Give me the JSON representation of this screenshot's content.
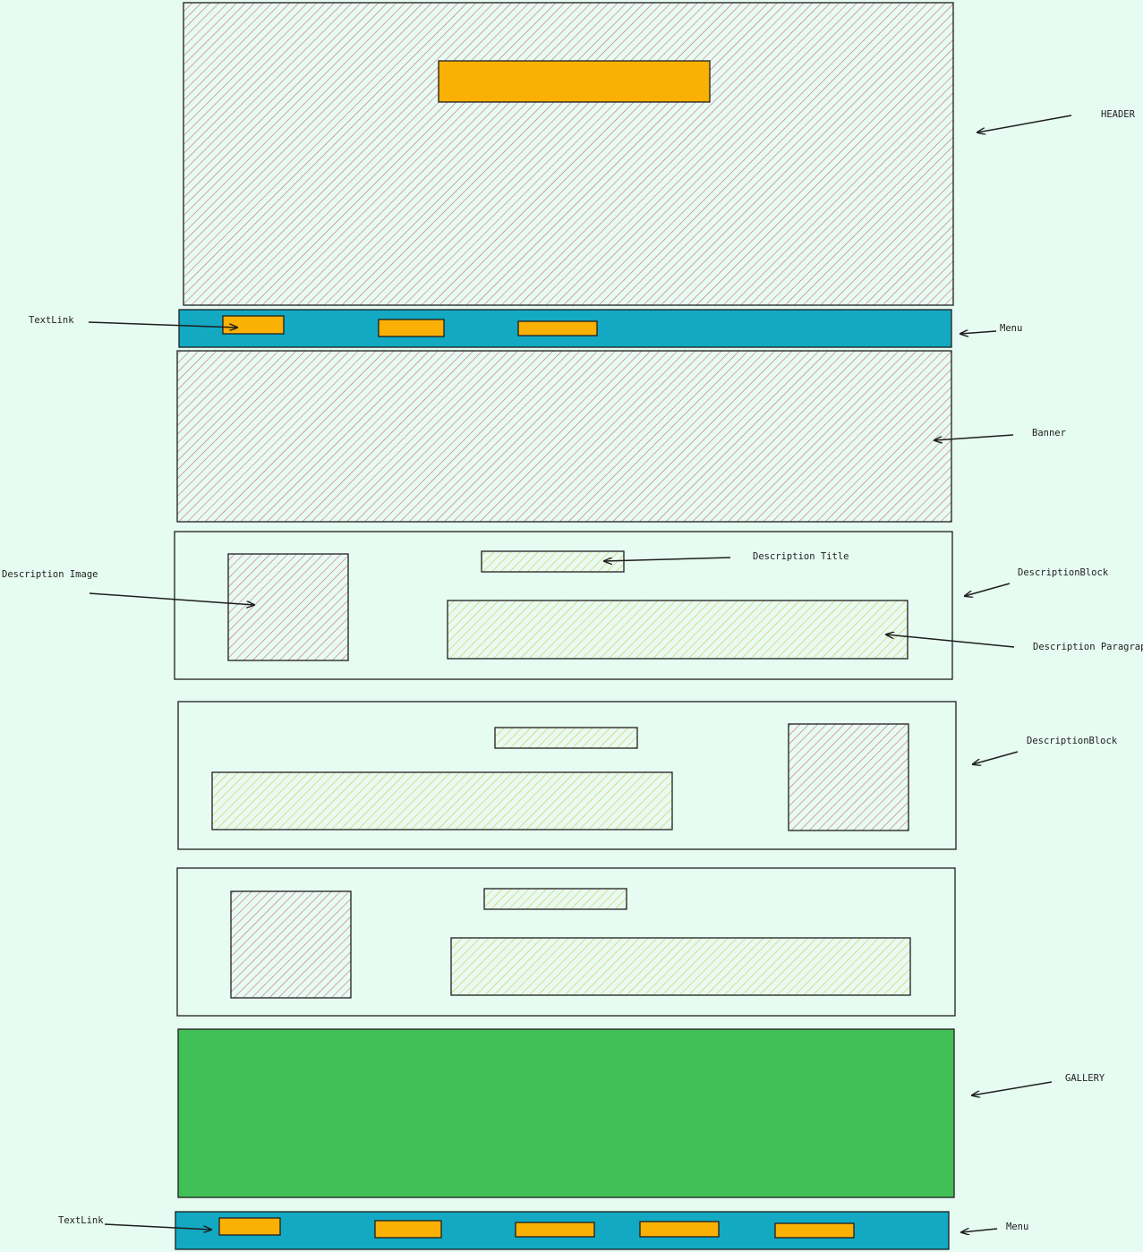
{
  "annotations": {
    "header": "HEADER",
    "menu_top": "Menu",
    "textlink_top": "TextLink",
    "banner": "Banner",
    "description_title": "Description Title",
    "description_block_1": "DescriptionBlock",
    "description_image": "Description Image",
    "description_paragraph": "Description Paragraph",
    "description_block_2": "DescriptionBlock",
    "gallery": "GALLERY",
    "textlink_bottom": "TextLink",
    "menu_bottom": "Menu"
  },
  "colors": {
    "background": "#e6fbf1",
    "hatch_pink": "#c2255c",
    "hatch_yellow": "#e0b020",
    "menu_bar": "#13a9c2",
    "text_link": "#fbb004",
    "gallery": "#40c057",
    "stroke": "#1e1e1e"
  }
}
